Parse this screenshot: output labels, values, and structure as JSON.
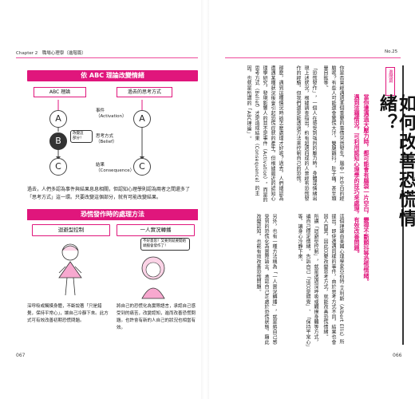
{
  "left_page": {
    "header": "Chapter 2　職場心理學（進階篇）",
    "page_number": "067",
    "section1": {
      "title": "依 ABC 理論改變情緒",
      "abc_label": "ABC 理論",
      "past_label": "過去的思考方式",
      "event_label": "事件\n（Activation）",
      "belief_label": "思考方式\n（Belief）",
      "result_label": "結果\n（Consequence）",
      "bubble_text": "改變這\n部分！",
      "body": "過去，人們多認為事件與結果息息相關，但認知心理學則認為兩者之間還多了「思考方式」這一環。只要改變這個部分，就有可能改變結果。"
    },
    "section2": {
      "title": "恐慌發作時的處理方法",
      "option1": "迴避型控制",
      "option2": "一人實況轉播",
      "speech": "不好意思！又要到就要開始頭腦會發作了！",
      "body_left": "深呼吸或觸摸身體，不斷說著「只是錯覺，保持平常心」，讓自己冷靜下來。此方式可有效改善初期恐慌問題。",
      "body_right": "將自己的恐慌化為實際語言，承認自己感受到的痛苦，改變認知，進而改善恐慌問題。也許會有新的人自己的狀況也相當有效。"
    }
  },
  "right_page": {
    "header": "No.25",
    "page_number": "066",
    "tag": "進階篇",
    "title": "如何改善恐慌情緒？",
    "subtitle_lines": [
      "當你遭遇過大壓力時，都可能會有腦袋一片空白，變得不斷顫抖等恐慌情緒。",
      "遇到這種情況，可利用認知心理學的技巧來處理，有效改善問題。"
    ],
    "columns": [
      "你是否曾經遇過某個重要的事情突然發生，腦中一片空白的經驗呢？有些人可能還會驚慌大汗，雙腿顫抖，肚子痛，甚至頭暈目眩等。",
      "「恐慌發作」，一個人在感受到強烈的壓力時，身體或情緒出現上述狀況，根據調查指出，約有超過四成的人曾經有恐慌發作的經驗，但我們還是能透過方法來控制自己的恐慌。",
      "那麼，遇到這種情況時該怎麼處理才好呢？過去，人們總認為遭遇某種狀況後會引起恐慌症狀的產生，但根據最近的認知心理學研究，發現影響人的並不是事件（Activation），而是的思考方式（Belief）才是造成結果（Consequence）的主因，也就是所謂的「ABC理論」。",
      "這個理論由美國心理學家亞伯特·艾利斯（Albert Ellis）所提出，即使遭遇同樣的事件，由於思考方式不同，結果也會因人而異，因此只要改變思考方式，就能改善恐慌情緒。",
      "所謂「迴避型控制」，就是透過深呼吸或觸摸身體等方式，讓自己穩定情緒，告訴自己「這只是錯覺」、「保持平常心」等，讓身心冷靜下來。",
      "另外，也有一種方法稱為「一人實況轉播」，就是將自己感受到的恐慌化為實際語言，承認自己正處於恐慌狀態，藉此改變認知，也能有效改善恐慌問題。"
    ]
  },
  "colors": {
    "accent": "#e0167c",
    "text": "#222222"
  }
}
